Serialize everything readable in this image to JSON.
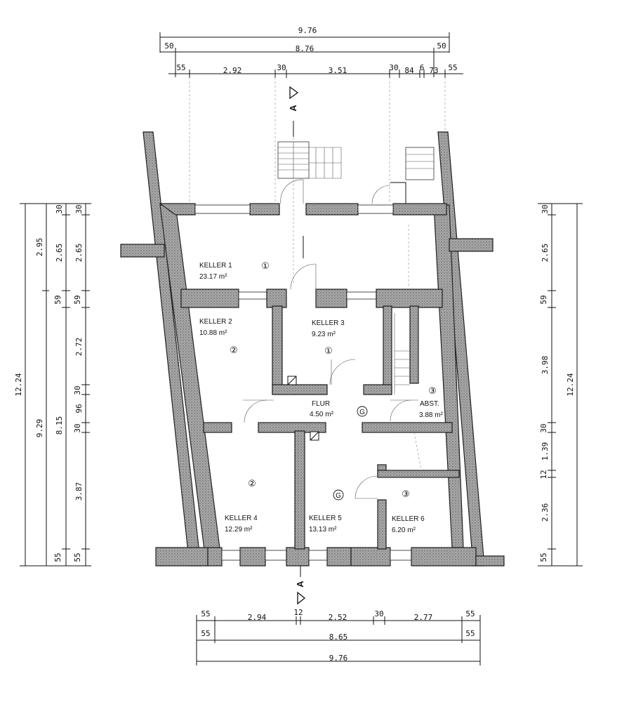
{
  "rooms": {
    "keller1": {
      "name": "KELLER 1",
      "area": "23.17 m²",
      "marker": "①"
    },
    "keller2": {
      "name": "KELLER 2",
      "area": "10.88 m²",
      "marker": "②"
    },
    "keller3": {
      "name": "KELLER 3",
      "area": "9.23 m²",
      "marker": "①"
    },
    "flur": {
      "name": "FLUR",
      "area": "4.50 m²",
      "marker": "G"
    },
    "abst": {
      "name": "ABST.",
      "area": "3.88 m²",
      "marker": "③"
    },
    "keller4": {
      "name": "KELLER 4",
      "area": "12.29 m²",
      "marker": "②"
    },
    "keller5": {
      "name": "KELLER 5",
      "area": "13.13 m²",
      "marker": "G"
    },
    "keller6": {
      "name": "KELLER 6",
      "area": "6.20 m²",
      "marker": "③"
    }
  },
  "section": {
    "top": "A",
    "bottom": "A"
  },
  "dims_top": {
    "row1": [
      "9.76"
    ],
    "row2": [
      "50",
      "8.76",
      "50"
    ],
    "row3": [
      "55",
      "2.92",
      "30",
      "3.51",
      "30",
      "84",
      "6",
      "73",
      "55"
    ]
  },
  "dims_bottom": {
    "row1": [
      "55",
      "2.94",
      "12",
      "2.52",
      "30",
      "2.77",
      "55"
    ],
    "row2": [
      "55",
      "8.65",
      "55"
    ],
    "row3": [
      "9.76"
    ]
  },
  "dims_left": {
    "col1": [
      "12.24"
    ],
    "col2": [
      "2.95",
      "9.29"
    ],
    "col3": [
      "30",
      "2.65",
      "59",
      "8.15",
      "55"
    ],
    "col4": [
      "30",
      "2.65",
      "59",
      "2.72",
      "30",
      "96",
      "30",
      "3.87",
      "55"
    ]
  },
  "dims_right": {
    "col1": [
      "30",
      "2.65",
      "59",
      "3.98",
      "30",
      "1.39",
      "12",
      "2.36",
      "55"
    ],
    "col2": [
      "12.24"
    ]
  }
}
